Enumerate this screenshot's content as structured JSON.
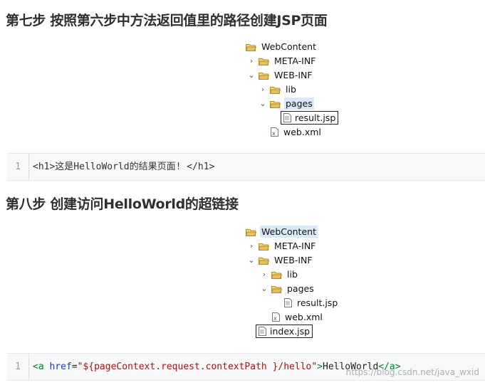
{
  "step7": {
    "heading": "第七步 按照第六步中方法返回值里的路径创建JSP页面",
    "tree": {
      "root": "WebContent",
      "meta_inf": "META-INF",
      "web_inf": "WEB-INF",
      "lib": "lib",
      "pages": "pages",
      "result": "result.jsp",
      "webxml": "web.xml"
    },
    "code": {
      "line_no": "1",
      "text": "<h1>这是HelloWorld的结果页面! </h1>"
    }
  },
  "step8": {
    "heading": "第八步 创建访问HelloWorld的超链接",
    "tree": {
      "root": "WebContent",
      "meta_inf": "META-INF",
      "web_inf": "WEB-INF",
      "lib": "lib",
      "pages": "pages",
      "result": "result.jsp",
      "webxml": "web.xml",
      "index": "index.jsp"
    },
    "code": {
      "line_no": "1",
      "tag_open": "<a",
      "attr": "href",
      "eq": "=",
      "value": "\"${pageContext.request.contextPath }/hello\"",
      "gt": ">",
      "text": "HelloWorld",
      "tag_close": "</a>"
    }
  },
  "watermark": "https://blog.csdn.net/java_wxid",
  "colors": {
    "folder": "#e8c15a",
    "selection": "#d9e8fb",
    "code_bg": "#f6f8fa"
  }
}
